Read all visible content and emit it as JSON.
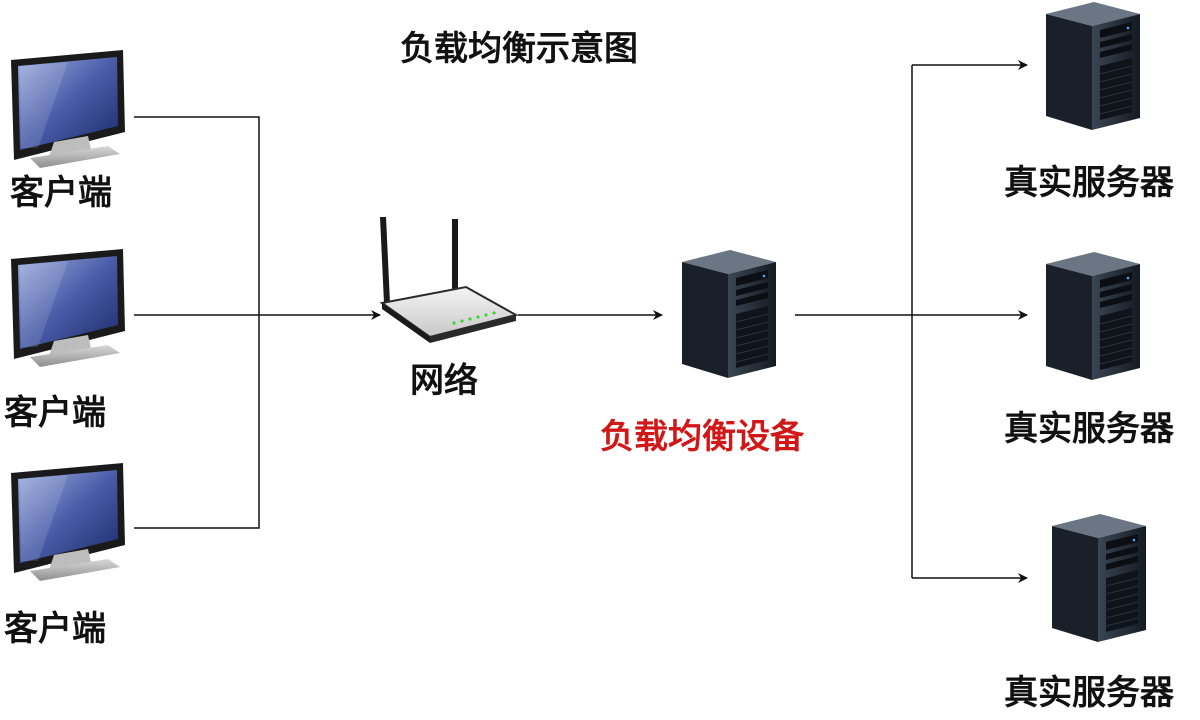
{
  "diagram": {
    "title": "负载均衡示意图",
    "clients": [
      {
        "label": "客户端"
      },
      {
        "label": "客户端"
      },
      {
        "label": "客户端"
      }
    ],
    "network": {
      "label": "网络"
    },
    "load_balancer": {
      "label": "负载均衡设备"
    },
    "servers": [
      {
        "label": "真实服务器"
      },
      {
        "label": "真实服务器"
      },
      {
        "label": "真实服务器"
      }
    ],
    "colors": {
      "text": "#111111",
      "accent": "#d01818",
      "line": "#111111"
    },
    "icons": {
      "client": "monitor-icon",
      "network": "router-icon",
      "load_balancer": "server-tower-icon",
      "server": "server-tower-icon"
    }
  }
}
